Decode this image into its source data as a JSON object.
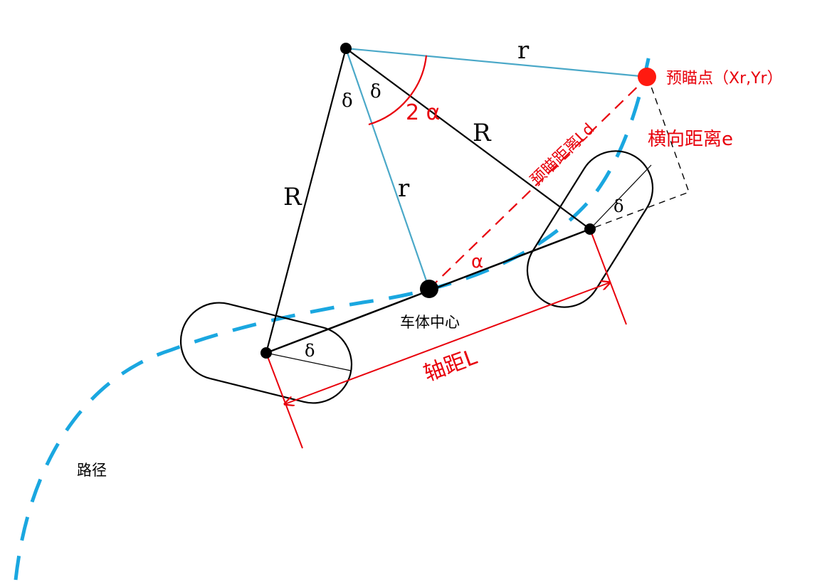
{
  "labels": {
    "r_top": "r",
    "r_mid": "r",
    "R_left": "R",
    "R_right": "R",
    "delta_apex_left": "δ",
    "delta_apex_right": "δ",
    "two_alpha": "2 α",
    "alpha": "α",
    "delta_rear_wheel": "δ",
    "delta_front_wheel": "δ",
    "lookahead_point": "预瞄点（Xr,Yr）",
    "lookahead_distance": "预瞄距离Ld",
    "lateral_distance": "横向距离e",
    "vehicle_center": "车体中心",
    "wheelbase": "轴距L",
    "path": "路径"
  },
  "colors": {
    "path": "#1aa7e0",
    "radius_r": "#4aa8c8",
    "annotation_red": "#e8000b",
    "structure": "#000000"
  }
}
